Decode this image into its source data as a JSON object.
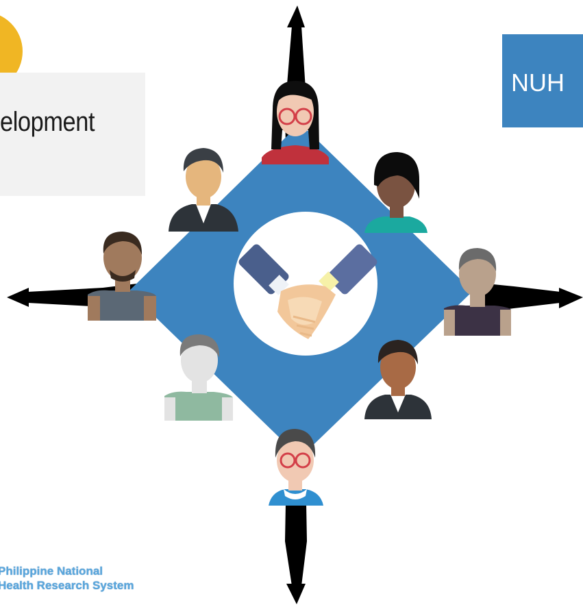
{
  "caption": {
    "text": "elopment"
  },
  "badge": {
    "text": "NUH"
  },
  "logo": {
    "line1": "Philippine National",
    "line2": "Health Research System"
  },
  "colors": {
    "diamond": "#3d84bf",
    "arrow": "#000000",
    "accent_circle": "#f0b624",
    "badge": "#3d84bf",
    "logo_text": "#5aa7dd"
  },
  "icons": [
    "handshake-icon",
    "person-icon",
    "arrow-up-icon",
    "arrow-down-icon",
    "arrow-left-icon",
    "arrow-right-icon"
  ]
}
